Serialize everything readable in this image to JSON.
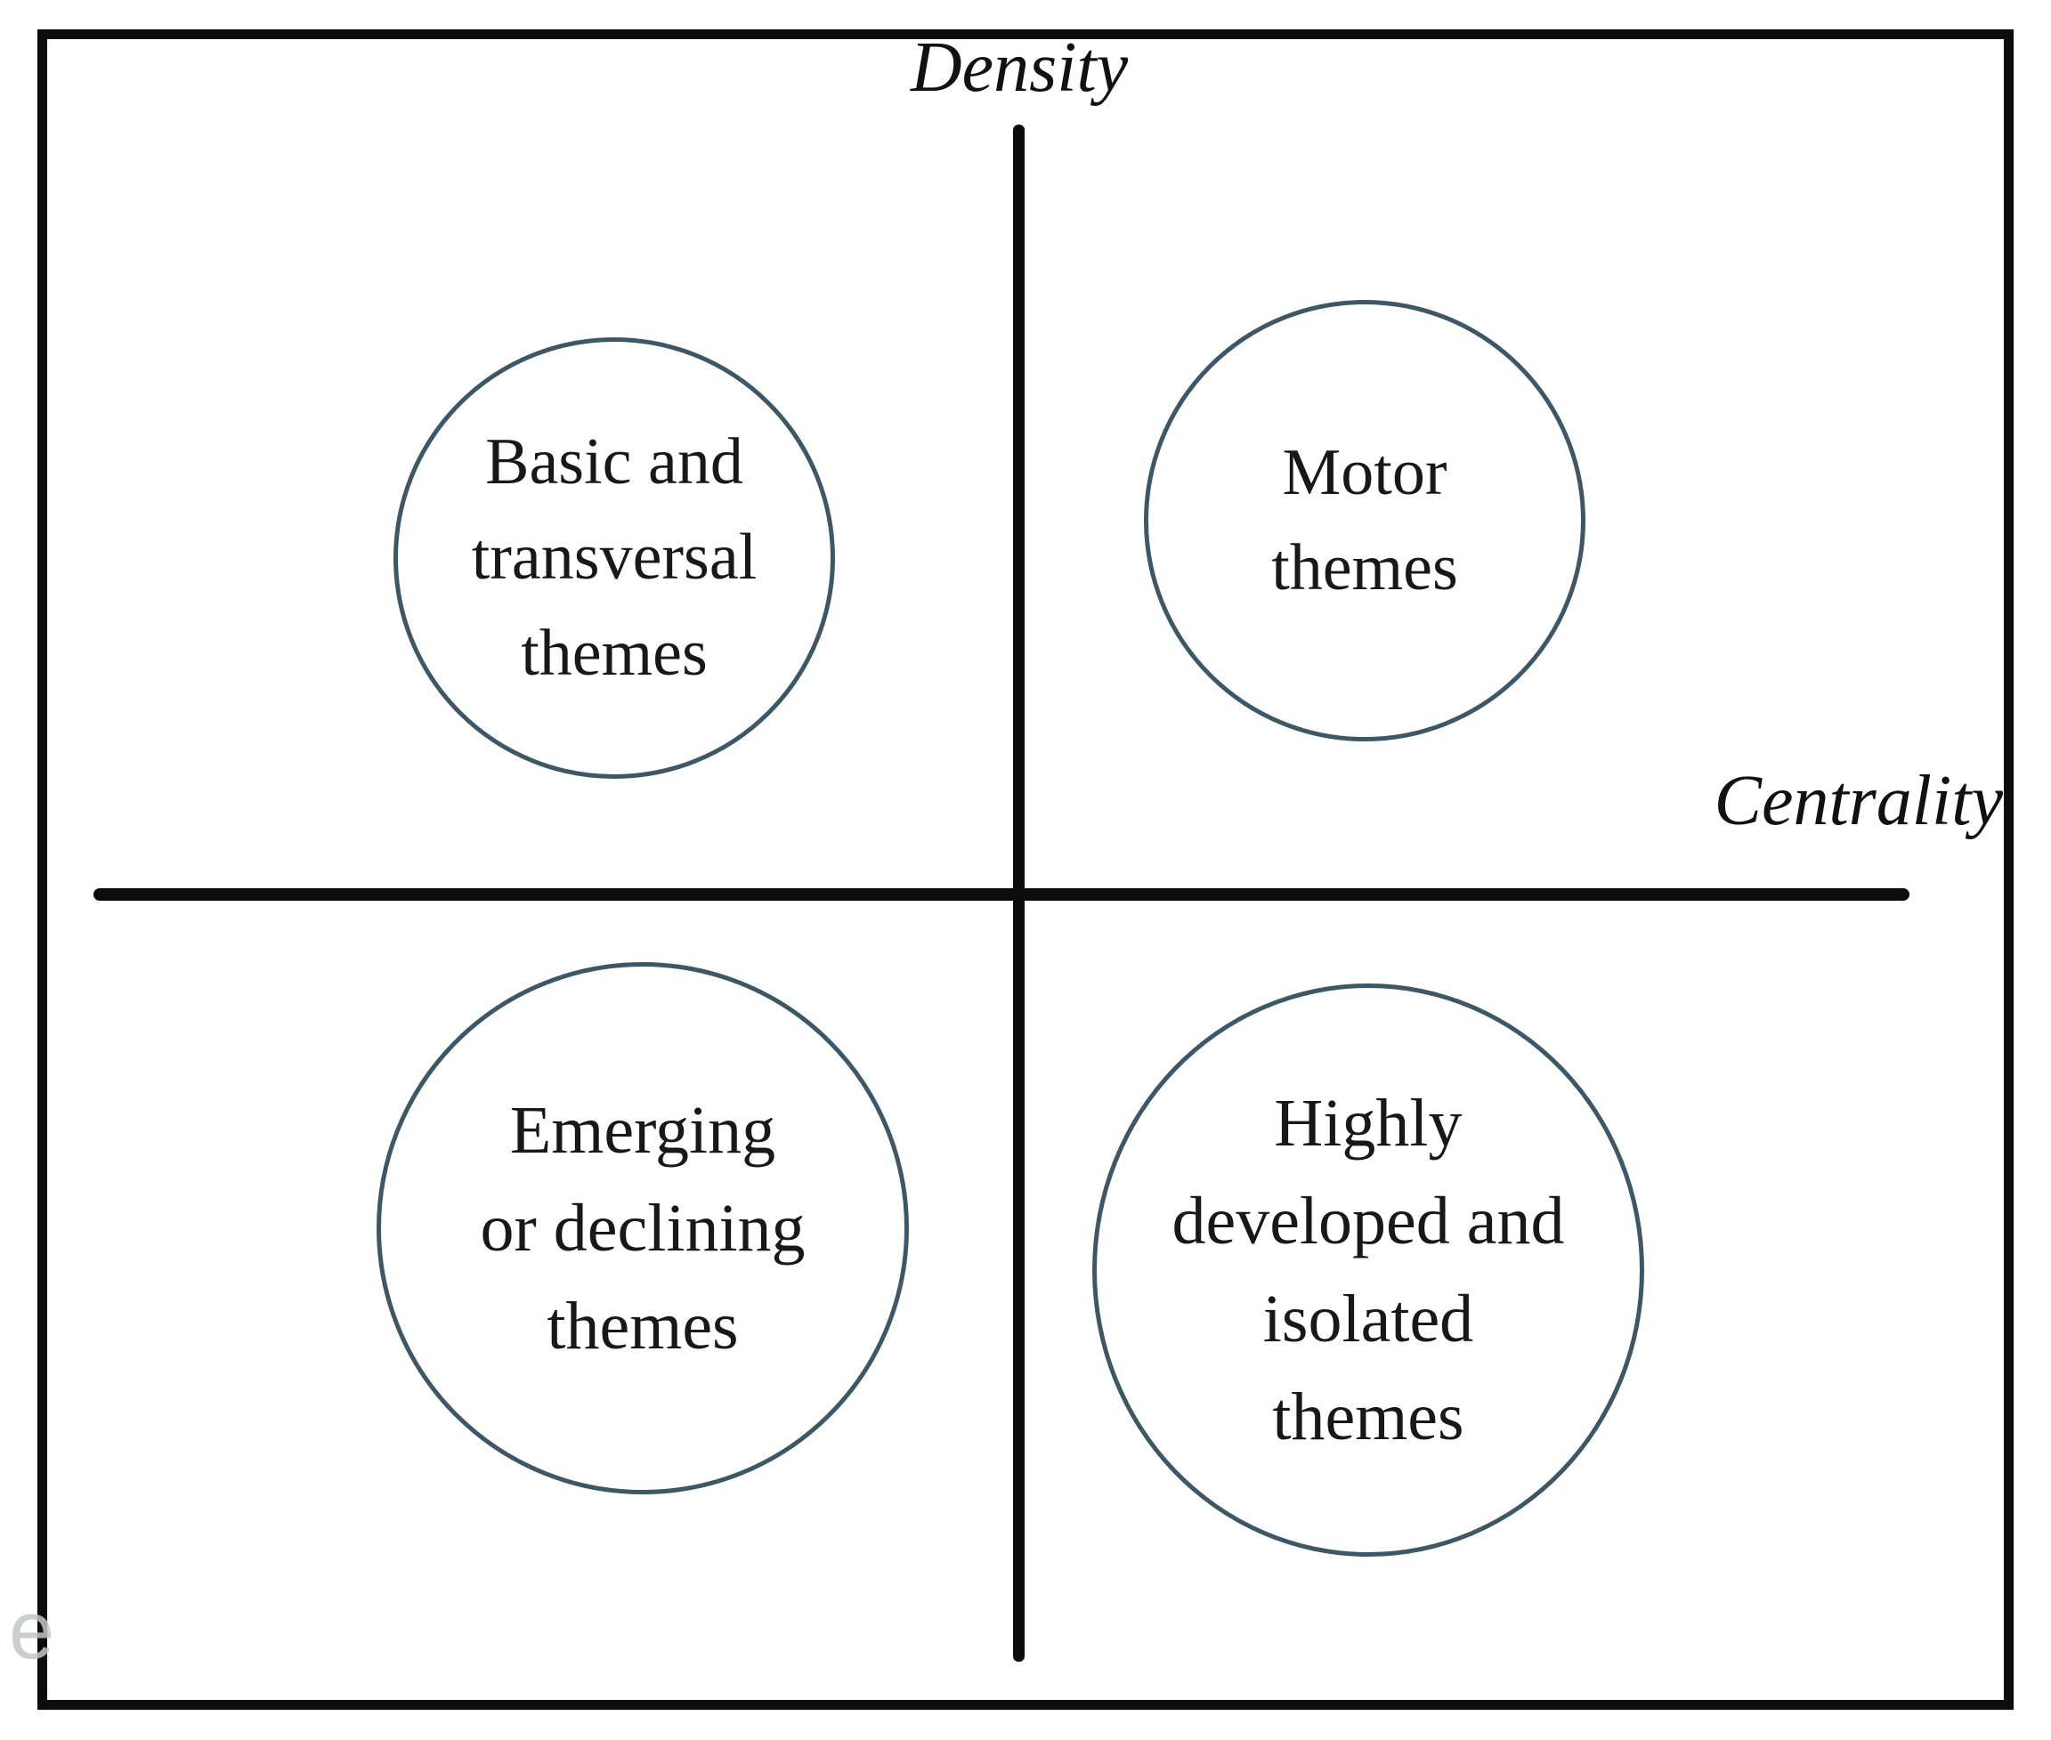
{
  "diagram": {
    "type": "strategic-quadrant-map",
    "axes": {
      "y_label": "Density",
      "x_label": "Centrality"
    },
    "quadrants": [
      {
        "position": "top-left",
        "label": "Basic and transversal themes",
        "lines": [
          "Basic and",
          "transversal",
          "themes"
        ]
      },
      {
        "position": "top-right",
        "label": "Motor themes",
        "lines": [
          "Motor",
          "themes"
        ]
      },
      {
        "position": "bottom-left",
        "label": "Emerging or declining themes",
        "lines": [
          "Emerging",
          "or declining",
          "themes"
        ]
      },
      {
        "position": "bottom-right",
        "label": "Highly developed and isolated themes",
        "lines": [
          "Highly",
          "developed and",
          "isolated",
          "themes"
        ]
      }
    ],
    "watermark": "e",
    "colors": {
      "frame": "#0c0c0c",
      "axis_line": "#0c0c0c",
      "circle_stroke": "#3d5766",
      "text": "#181818",
      "watermark": "#c3c6ca",
      "background": "#ffffff"
    }
  }
}
